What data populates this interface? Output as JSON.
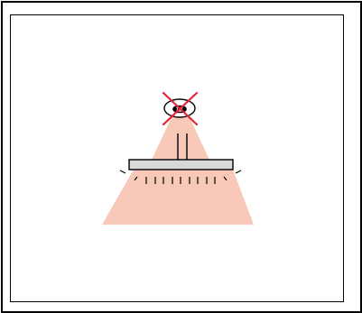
{
  "diagram": {
    "elements": [
      {
        "id": "outer-frame",
        "kind": "frame"
      },
      {
        "id": "inner-frame",
        "kind": "frame"
      },
      {
        "id": "ceiling-fixture-crossed",
        "kind": "light-source",
        "disabled": true
      },
      {
        "id": "light-cone-upper",
        "kind": "light-cone"
      },
      {
        "id": "pendant-rods",
        "kind": "support"
      },
      {
        "id": "horizontal-panel",
        "kind": "luminaire"
      },
      {
        "id": "light-cone-lower",
        "kind": "light-cone"
      },
      {
        "id": "emission-ticks",
        "kind": "emission-marks"
      }
    ],
    "colors": {
      "frame": "#000000",
      "background": "#ffffff",
      "light_cone": "#f8c8b8",
      "panel_fill": "#d9d9d9",
      "cross": "#e2233a"
    }
  }
}
